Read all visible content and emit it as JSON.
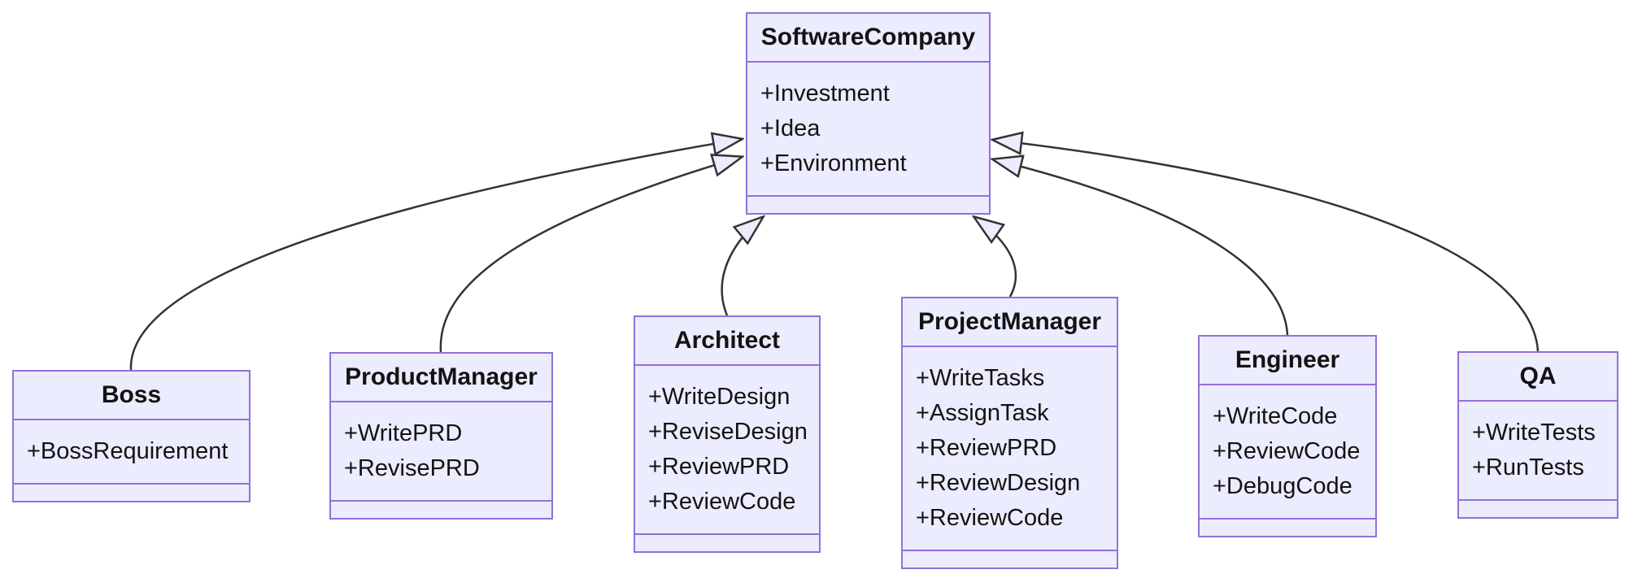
{
  "diagram": {
    "kind": "uml-class-diagram",
    "relationship_type": "inheritance",
    "colors": {
      "node_fill": "#ECECFF",
      "node_border": "#9370DB",
      "edge_stroke": "#333333",
      "text": "#131313",
      "background": "#ffffff"
    },
    "classes": [
      {
        "id": "software-company",
        "name": "SoftwareCompany",
        "members": [
          "+Investment",
          "+Idea",
          "+Environment"
        ]
      },
      {
        "id": "boss",
        "name": "Boss",
        "members": [
          "+BossRequirement"
        ]
      },
      {
        "id": "product-manager",
        "name": "ProductManager",
        "members": [
          "+WritePRD",
          "+RevisePRD"
        ]
      },
      {
        "id": "architect",
        "name": "Architect",
        "members": [
          "+WriteDesign",
          "+ReviseDesign",
          "+ReviewPRD",
          "+ReviewCode"
        ]
      },
      {
        "id": "project-manager",
        "name": "ProjectManager",
        "members": [
          "+WriteTasks",
          "+AssignTask",
          "+ReviewPRD",
          "+ReviewDesign",
          "+ReviewCode"
        ]
      },
      {
        "id": "engineer",
        "name": "Engineer",
        "members": [
          "+WriteCode",
          "+ReviewCode",
          "+DebugCode"
        ]
      },
      {
        "id": "qa",
        "name": "QA",
        "members": [
          "+WriteTests",
          "+RunTests"
        ]
      }
    ],
    "edges": [
      {
        "from": "Boss",
        "to": "SoftwareCompany",
        "type": "inheritance"
      },
      {
        "from": "ProductManager",
        "to": "SoftwareCompany",
        "type": "inheritance"
      },
      {
        "from": "Architect",
        "to": "SoftwareCompany",
        "type": "inheritance"
      },
      {
        "from": "ProjectManager",
        "to": "SoftwareCompany",
        "type": "inheritance"
      },
      {
        "from": "Engineer",
        "to": "SoftwareCompany",
        "type": "inheritance"
      },
      {
        "from": "QA",
        "to": "SoftwareCompany",
        "type": "inheritance"
      }
    ]
  }
}
